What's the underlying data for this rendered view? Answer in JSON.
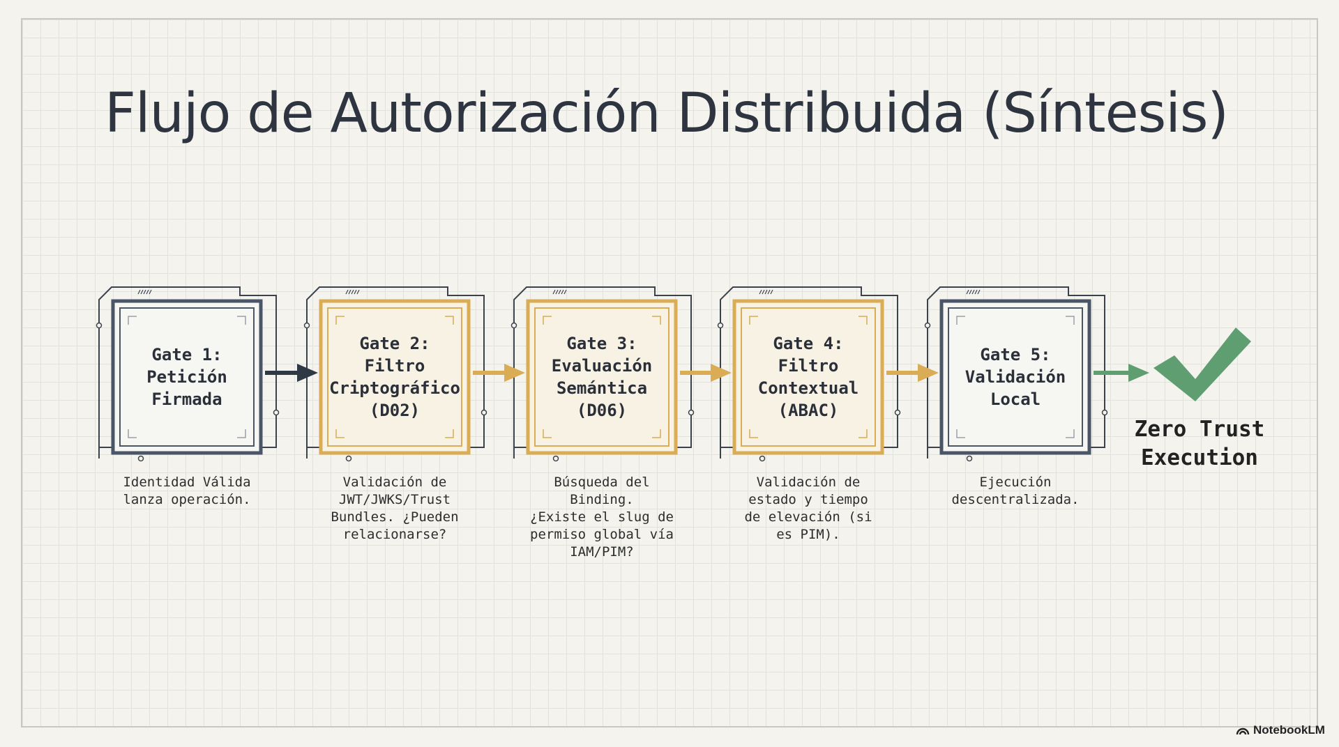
{
  "title": "Flujo de Autorización Distribuida (Síntesis)",
  "gates": [
    {
      "label": "Gate 1:\nPetición\nFirmada",
      "description": "Identidad Válida\nlanza operación.",
      "style": "slate"
    },
    {
      "label": "Gate 2:\nFiltro\nCriptográfico\n(D02)",
      "description": "Validación de\nJWT/JWKS/Trust\nBundles. ¿Pueden\nrelacionarse?",
      "style": "gold"
    },
    {
      "label": "Gate 3:\nEvaluación\nSemántica\n(D06)",
      "description": "Búsqueda del\nBinding.\n¿Existe el slug de\npermiso global vía\nIAM/PIM?",
      "style": "gold"
    },
    {
      "label": "Gate 4:\nFiltro\nContextual\n(ABAC)",
      "description": "Validación de\nestado y tiempo\nde elevación (si\nes PIM).",
      "style": "gold"
    },
    {
      "label": "Gate 5:\nValidación\nLocal",
      "description": "Ejecución\ndescentralizada.",
      "style": "slate"
    }
  ],
  "result": {
    "label": "Zero Trust\nExecution",
    "icon": "checkmark-icon"
  },
  "watermark": {
    "text": "NotebookLM",
    "icon": "notebooklm-logo-icon"
  },
  "colors": {
    "slate": "#4a5568",
    "gold": "#d9ac55",
    "dark_arrow": "#2f3845",
    "green": "#5e9e70",
    "title": "#2f3540"
  }
}
